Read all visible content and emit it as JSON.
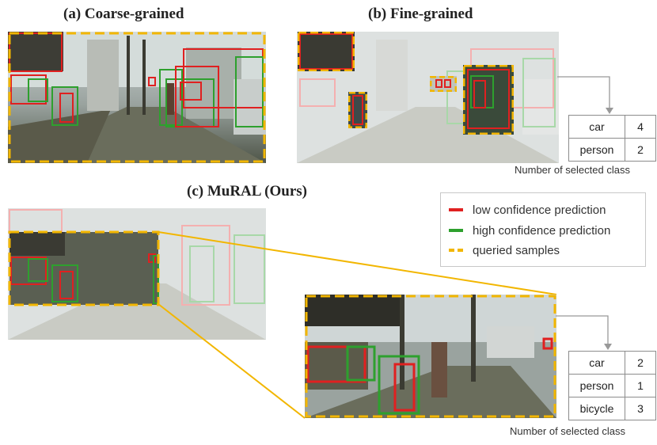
{
  "panels": {
    "a": {
      "title": "(a) Coarse-grained"
    },
    "b": {
      "title": "(b) Fine-grained"
    },
    "c": {
      "title": "(c) MuRAL (Ours)"
    }
  },
  "legend": {
    "items": [
      {
        "label": "low confidence prediction",
        "color": "#e02020",
        "style": "solid"
      },
      {
        "label": "high confidence prediction",
        "color": "#2ea02e",
        "style": "solid"
      },
      {
        "label": "queried samples",
        "color": "#f2b600",
        "style": "dashed"
      }
    ]
  },
  "table_b": {
    "caption": "Number of selected class",
    "rows": [
      {
        "cls": "car",
        "count": "4"
      },
      {
        "cls": "person",
        "count": "2"
      }
    ]
  },
  "table_c": {
    "caption": "Number of selected class",
    "rows": [
      {
        "cls": "car",
        "count": "2"
      },
      {
        "cls": "person",
        "count": "1"
      },
      {
        "cls": "bicycle",
        "count": "3"
      }
    ]
  },
  "colors": {
    "low": "#e02020",
    "high": "#2ea02e",
    "queried": "#f2b600",
    "connector": "#f2b600",
    "arrow": "#999999"
  }
}
